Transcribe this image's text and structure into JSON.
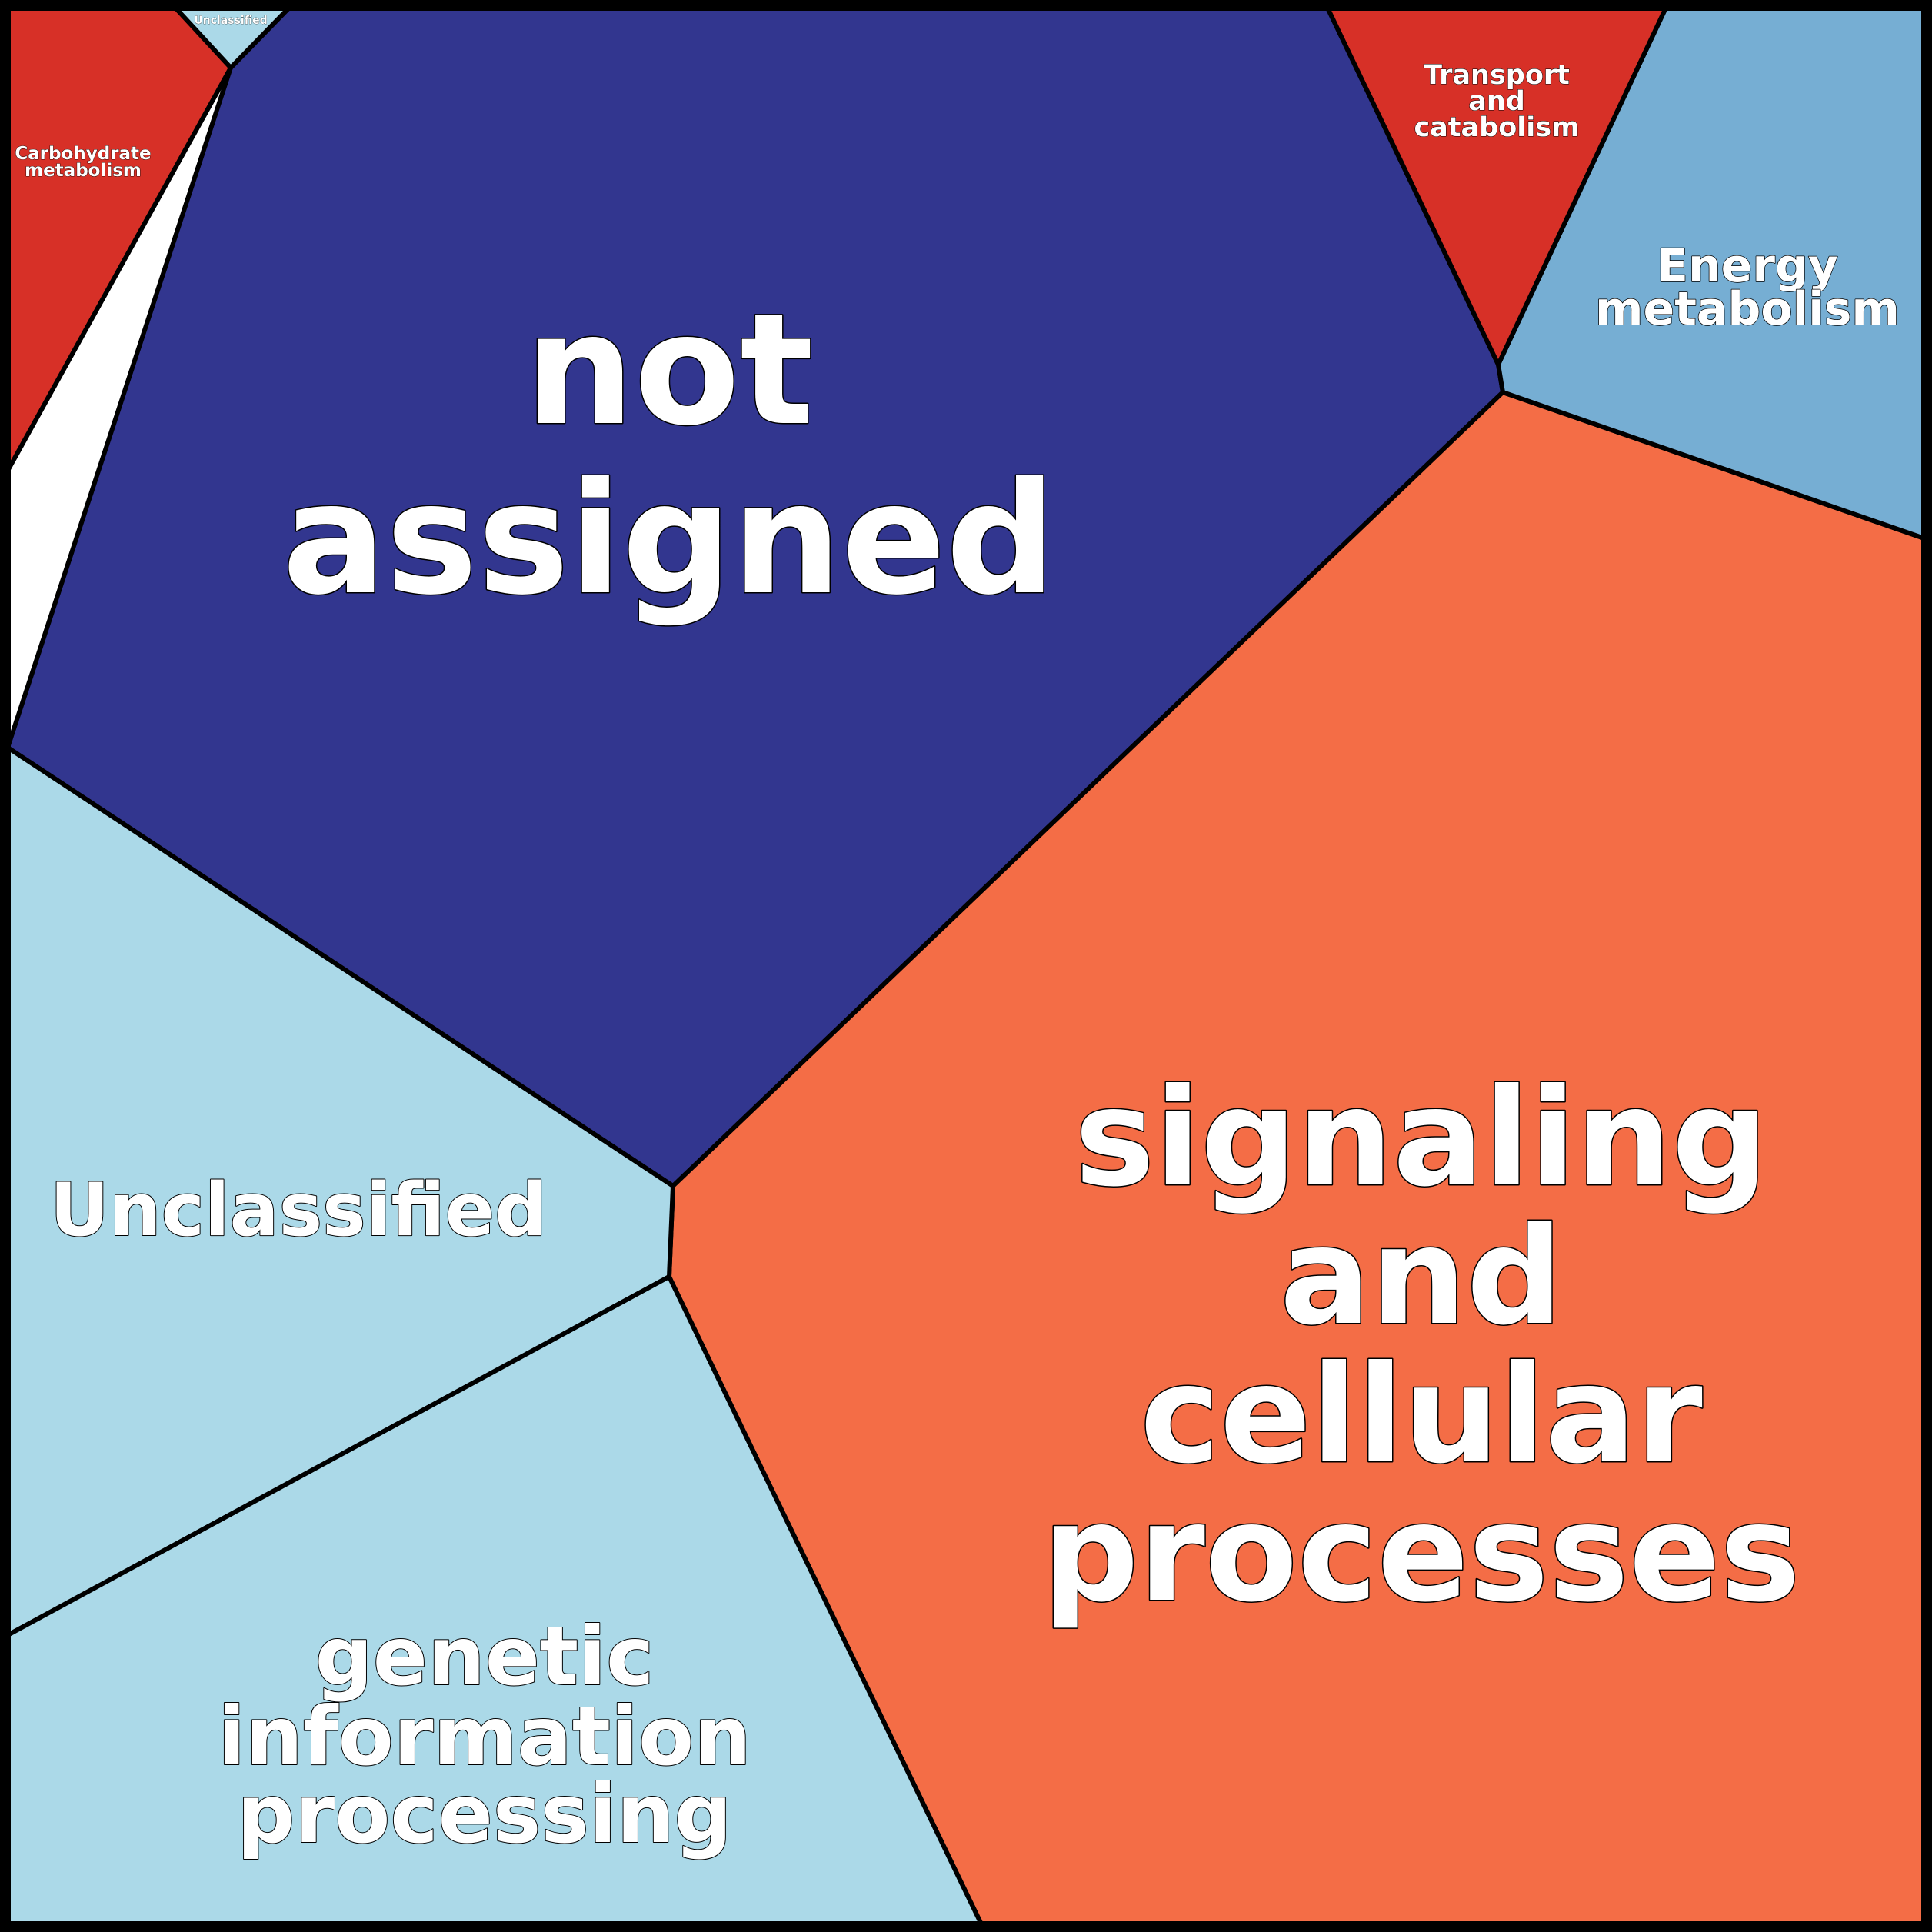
{
  "chart_data": {
    "type": "voronoi-treemap",
    "title": "",
    "cells": [
      {
        "id": "not-assigned",
        "label_lines": [
          "not",
          "assigned"
        ],
        "color": "#32368f"
      },
      {
        "id": "signaling",
        "label_lines": [
          "signaling",
          "and",
          "cellular",
          "processes"
        ],
        "color": "#f46d46"
      },
      {
        "id": "unclassified-large",
        "label_lines": [
          "Unclassified"
        ],
        "color": "#abd9e8"
      },
      {
        "id": "genetic",
        "label_lines": [
          "genetic",
          "information",
          "processing"
        ],
        "color": "#abd9e8"
      },
      {
        "id": "energy",
        "label_lines": [
          "Energy",
          "metabolism"
        ],
        "color": "#76aed3"
      },
      {
        "id": "transport",
        "label_lines": [
          "Transport",
          "and",
          "catabolism"
        ],
        "color": "#d73027"
      },
      {
        "id": "carbohydrate",
        "label_lines": [
          "Carbohydrate",
          "metabolism"
        ],
        "color": "#d73027"
      },
      {
        "id": "unclassified-small",
        "label_lines": [
          "Unclassified"
        ],
        "color": "#abd9e8"
      }
    ]
  }
}
